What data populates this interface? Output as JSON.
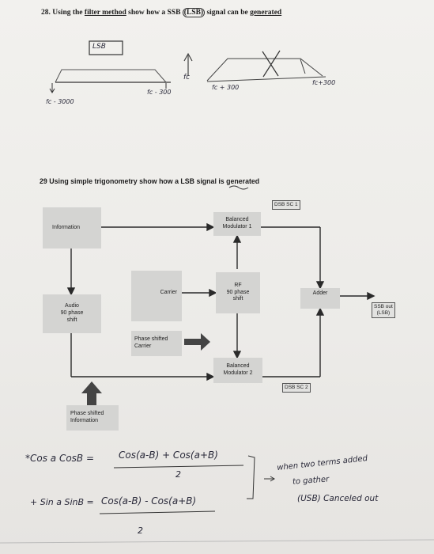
{
  "q28": {
    "number": "28.",
    "text_before": "Using the ",
    "filter_method": "filter method",
    "text_mid": " show how a SSB ",
    "lsb": "(LSB)",
    "text_end": " signal can be ",
    "generated": "generated"
  },
  "sketch": {
    "lsb_box": "LSB",
    "fc": "fc",
    "fc_minus_300": "fc - 300",
    "fc_plus_300_a": "fc + 300",
    "fc_plus_300_b": "fc+300",
    "fc_minus_3000": "fc - 3000"
  },
  "q29": {
    "number": "29",
    "text": "Using simple trigonometry show how a LSB signal is generated"
  },
  "diagram": {
    "information": "Information",
    "balanced_mod_1": [
      "Balanced",
      "Modulator 1"
    ],
    "audio_shift": [
      "Audio",
      "90 phase",
      "shift"
    ],
    "carrier": "Carrier",
    "rf_shift": [
      "RF",
      "90 phase",
      "shift"
    ],
    "adder": "Adder",
    "phase_shifted_carrier": [
      "Phase shifted",
      "Carrier"
    ],
    "balanced_mod_2": [
      "Balanced",
      "Modulator 2"
    ],
    "phase_shifted_info": [
      "Phase shifted",
      "Information"
    ],
    "dsb_sc_1": "DSB SC 1",
    "dsb_sc_2": "DSB SC 2",
    "ssb_out": [
      "SSB out",
      "(LSB)"
    ]
  },
  "work": {
    "eq1_lhs": "*Cos a CosB =",
    "eq1_rhs": "Cos(a-B) + Cos(a+B)",
    "eq1_den": "2",
    "eq2_lhs": "+ Sin a SinB =",
    "eq2_rhs": "Cos(a-B) - Cos(a+B)",
    "eq2_den": "2",
    "note_line1": "when two terms added",
    "note_line2": "to gather",
    "note_line3": "(USB) Canceled out"
  }
}
